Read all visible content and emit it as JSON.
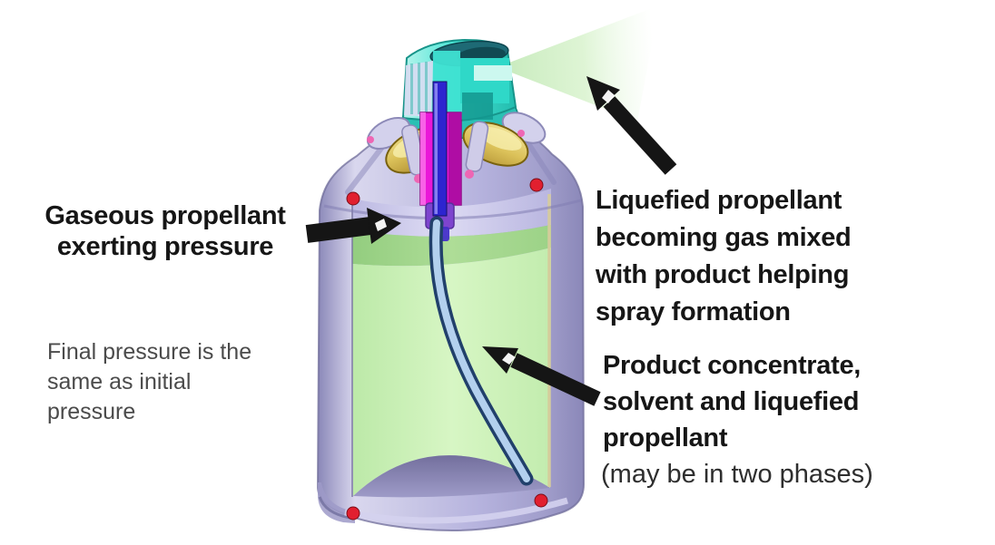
{
  "labels": {
    "gaseous_propellant": {
      "lines": [
        "Gaseous propellant",
        "exerting pressure"
      ]
    },
    "final_pressure": {
      "lines": [
        "Final pressure is the",
        "same as initial",
        "pressure"
      ]
    },
    "liquefied_propellant": {
      "lines": [
        "Liquefied propellant",
        "becoming gas mixed",
        "with product helping",
        "spray formation"
      ]
    },
    "product_concentrate": {
      "lines_bold": [
        "Product concentrate,",
        "solvent and liquefied",
        "propellant"
      ],
      "note": "(may be in two phases)"
    }
  },
  "colors": {
    "background": "#ffffff",
    "text-bold": "#161616",
    "text-gray": "#4b4b4b",
    "arrow-black": "#151515",
    "can-lavender": "#b6b3de",
    "headspace-lavender": "#d4d2ee",
    "liquid-green": "#c9f0b8",
    "surface-green": "#a5d890",
    "spray-green": "#cdeec2",
    "cap-cyan": "#3fe2d2",
    "cap-top-teal": "#1e6a75",
    "valve-gold": "#dcc25a",
    "valve-magenta": "#ea17d8",
    "stem-blue": "#2d24cf",
    "dip-tube-navy": "#21406b",
    "seam-red": "#e11f2f"
  }
}
